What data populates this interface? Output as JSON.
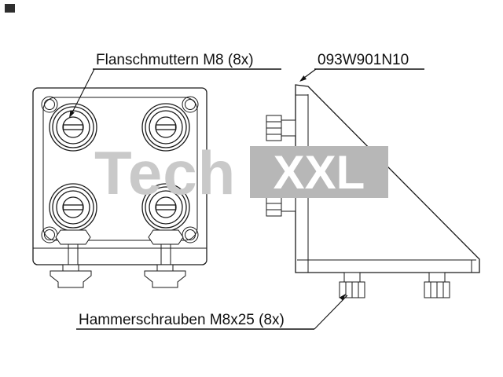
{
  "annotations": {
    "flange_nuts_label": "Flanschmuttern M8 (8x)",
    "part_number_label": "093W901N10",
    "hammer_screws_label": "Hammerschrauben M8x25 (8x)"
  },
  "watermark": {
    "left_text": "Tech",
    "right_text": "XXL"
  },
  "colors": {
    "line": "#1a1a1a",
    "label_text": "#111111",
    "watermark_light": "#c9c9c9",
    "watermark_box": "#b7b7b7",
    "watermark_text": "#ffffff"
  }
}
